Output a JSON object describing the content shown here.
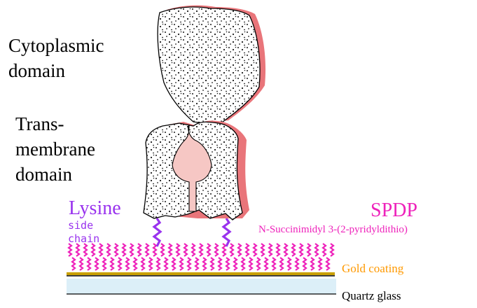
{
  "labels": {
    "cytoplasmic_line1": "Cytoplasmic",
    "cytoplasmic_line2": "domain",
    "trans_line1": "Trans-",
    "trans_line2": "membrane",
    "trans_line3": "domain",
    "lysine": "Lysine",
    "side": "side",
    "chain": "chain",
    "spdp": "SPDP",
    "spdp_full": "N-Succinimidyl 3-(2-pyridyldithio)",
    "gold_coating": "Gold coating",
    "quartz_glass": "Quartz glass"
  },
  "colors": {
    "protein_shadow": "#e9757a",
    "protein_fill": "#ffffff",
    "stipple": "#1a1a1a",
    "pore": "#f6c7c4",
    "lysine": "#9933ee",
    "spdp": "#ee22bb",
    "gold": "#ff9900",
    "gold_line": "#c9a000",
    "quartz": "#dceff8",
    "outline": "#000000"
  }
}
